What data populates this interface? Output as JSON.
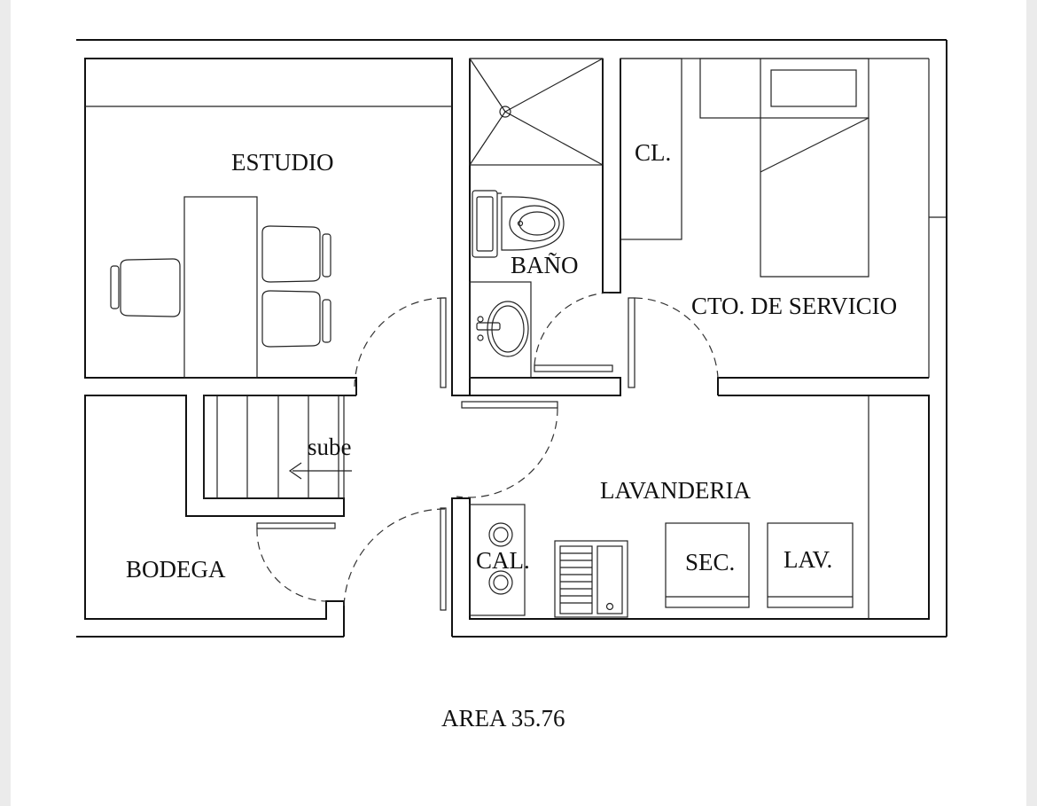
{
  "rooms": {
    "estudio": "ESTUDIO",
    "bano": "BAÑO",
    "closet": "CL.",
    "cuarto_servicio": "CTO. DE SERVICIO",
    "escalera": "sube",
    "bodega": "BODEGA",
    "lavanderia": "LAVANDERIA",
    "calentador": "CAL.",
    "secadora": "SEC.",
    "lavadora": "LAV."
  },
  "area_label": "AREA 35.76"
}
